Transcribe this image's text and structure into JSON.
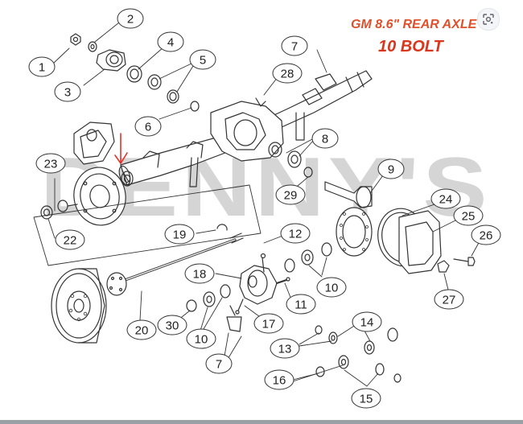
{
  "header": {
    "title": "GM 8.6\" REAR AXLE",
    "subtitle": "10 BOLT"
  },
  "watermark": "DENNY'S",
  "callouts": [
    "2",
    "4",
    "1",
    "5",
    "3",
    "7",
    "28",
    "6",
    "8",
    "23",
    "9",
    "24",
    "25",
    "29",
    "26",
    "22",
    "19",
    "12",
    "18",
    "10",
    "27",
    "11",
    "17",
    "30",
    "10",
    "20",
    "14",
    "13",
    "7",
    "16",
    "15"
  ],
  "colors": {
    "title": "#e0502a",
    "watermark": "#c7c7c7",
    "annotation_arrow": "#e0352b",
    "line": "#333333"
  },
  "icons": {
    "lens": "google-lens-icon"
  }
}
